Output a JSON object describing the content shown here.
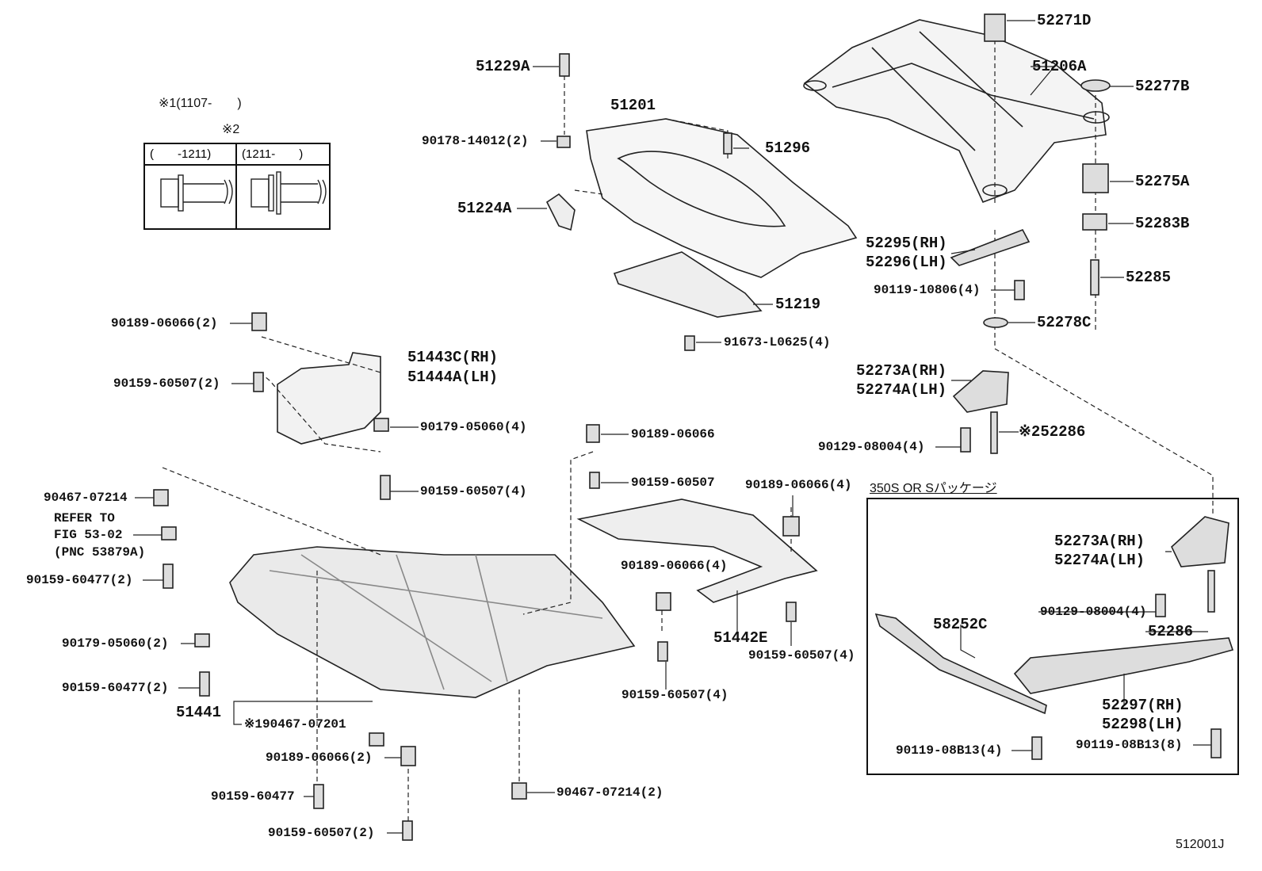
{
  "diagram_id": "512001J",
  "inset": {
    "note1": "※1(1107-　　)",
    "note2": "※2",
    "col_left": "(　　-1211)",
    "col_right": "(1211-　　)"
  },
  "variant_box_title": "350S OR Sパッケージ",
  "callouts": {
    "c51229A": "51229A",
    "c51201": "51201",
    "c90178": "90178-14012(2)",
    "c51296": "51296",
    "c51224A": "51224A",
    "c51219": "51219",
    "c91673": "91673-L0625(4)",
    "c52271D": "52271D",
    "c51206A": "51206A",
    "c52277B": "52277B",
    "c52275A": "52275A",
    "c52283B": "52283B",
    "c52285": "52285",
    "c52295": "52295(RH)",
    "c52296": "52296(LH)",
    "c90119_10806": "90119-10806(4)",
    "c52278C": "52278C",
    "c52273A": "52273A(RH)",
    "c52274A": "52274A(LH)",
    "c90129a": "90129-08004(4)",
    "c52286a": "※252286",
    "c90189a": "90189-06066(2)",
    "c51443C": "51443C(RH)",
    "c51444A": "51444A(LH)",
    "c90159a": "90159-60507(2)",
    "c90179a": "90179-05060(4)",
    "c90159b": "90159-60507(4)",
    "c90189b": "90189-06066",
    "c90159c": "90159-60507",
    "c90189c": "90189-06066(4)",
    "c90467a": "90467-07214",
    "refer1": "REFER TO",
    "refer2": "FIG 53-02",
    "refer3": "(PNC 53879A)",
    "c90159d": "90159-60477(2)",
    "c90189d": "90189-06066(4)",
    "c90179b": "90179-05060(2)",
    "c51442E": "51442E",
    "c90159e": "90159-60507(4)",
    "c90159f": "90159-60477(2)",
    "c90159g": "90159-60507(4)",
    "c51441": "51441",
    "c90467b": "※190467-07201",
    "c90189e": "90189-06066(2)",
    "c90159h": "90159-60477",
    "c90467c": "90467-07214(2)",
    "c90159i": "90159-60507(2)",
    "b52273A": "52273A(RH)",
    "b52274A": "52274A(LH)",
    "b90129": "90129-08004(4)",
    "b52286": "52286",
    "b58252C": "58252C",
    "b52297": "52297(RH)",
    "b52298": "52298(LH)",
    "b90119a": "90119-08B13(4)",
    "b90119b": "90119-08B13(8)"
  }
}
